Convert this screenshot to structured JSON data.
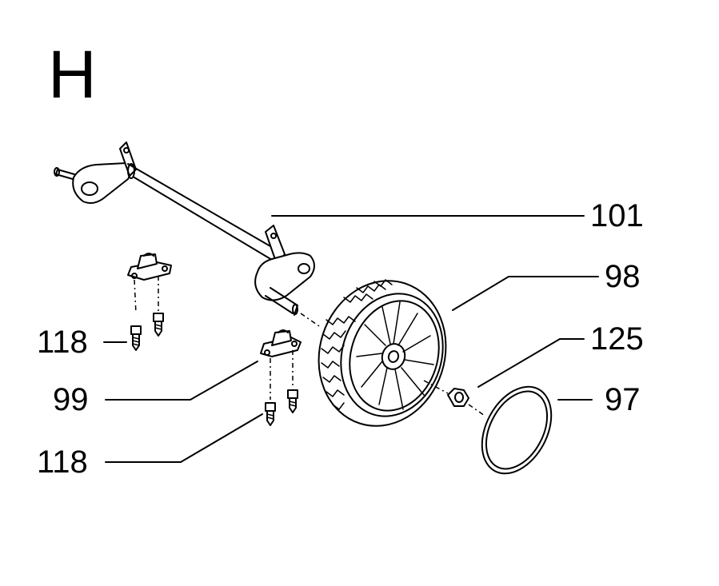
{
  "section": {
    "letter": "H"
  },
  "callouts": [
    {
      "id": "axle",
      "number": "101"
    },
    {
      "id": "wheel",
      "number": "98"
    },
    {
      "id": "nut",
      "number": "125"
    },
    {
      "id": "hubcap",
      "number": "97"
    },
    {
      "id": "screw-upper",
      "number": "118"
    },
    {
      "id": "bracket",
      "number": "99"
    },
    {
      "id": "screw-lower",
      "number": "118"
    }
  ]
}
